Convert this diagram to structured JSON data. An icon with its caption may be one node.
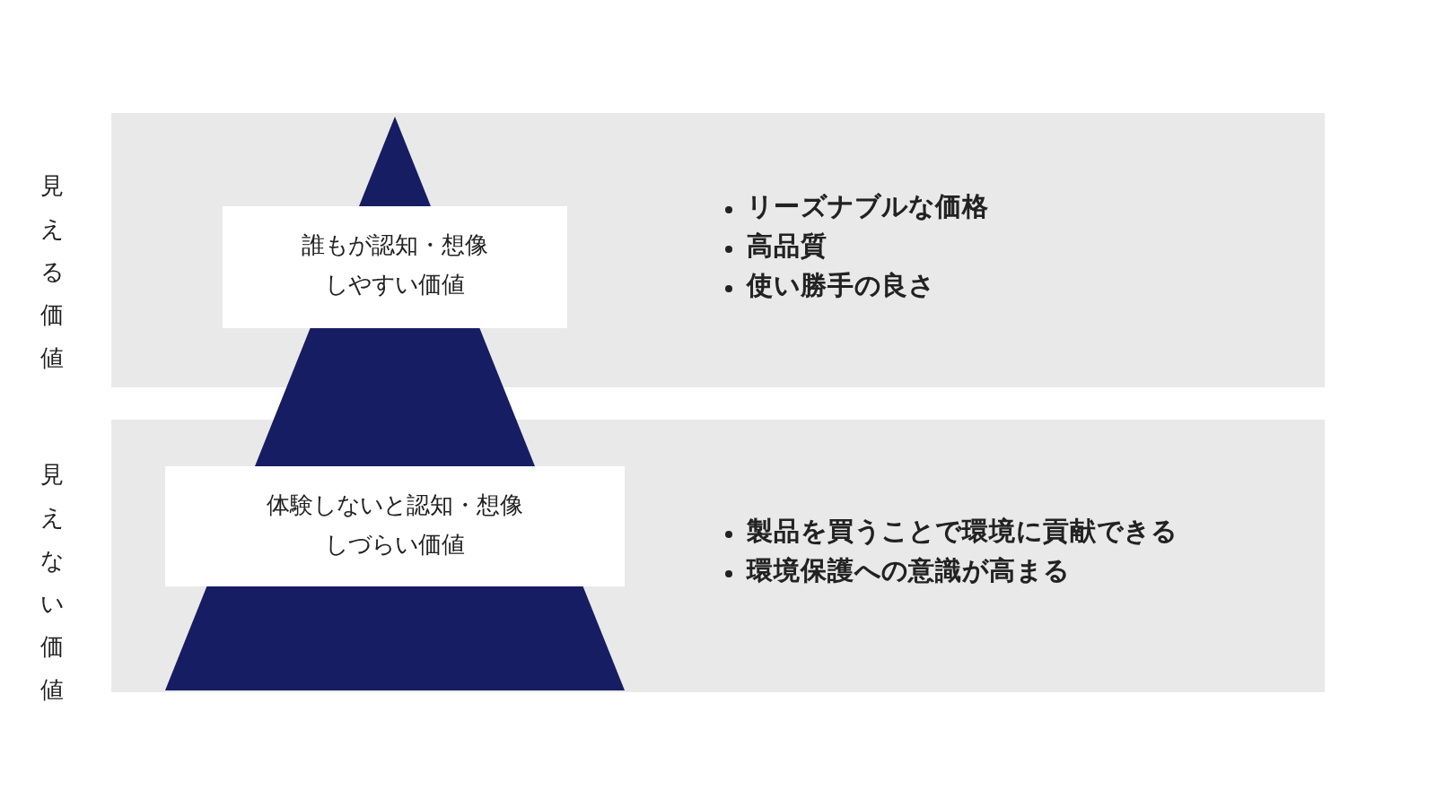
{
  "diagram": {
    "nodes": [
      {
        "text": [
          "見える価値",
          "リーズナブルな価格",
          "高品質",
          "使い勝手の良さ"
        ]
      },
      {
        "text": [
          "誰もが認知・想像しやすい価値"
        ],
        "in": 0
      },
      {
        "text": [
          "見えない価値",
          "製品を買うことで環境に貢献できる",
          "環境保護への意識が高まる"
        ]
      },
      {
        "text": [
          "体験しないと認知・想像しづらい価値"
        ],
        "in": 2
      }
    ],
    "edges": []
  }
}
